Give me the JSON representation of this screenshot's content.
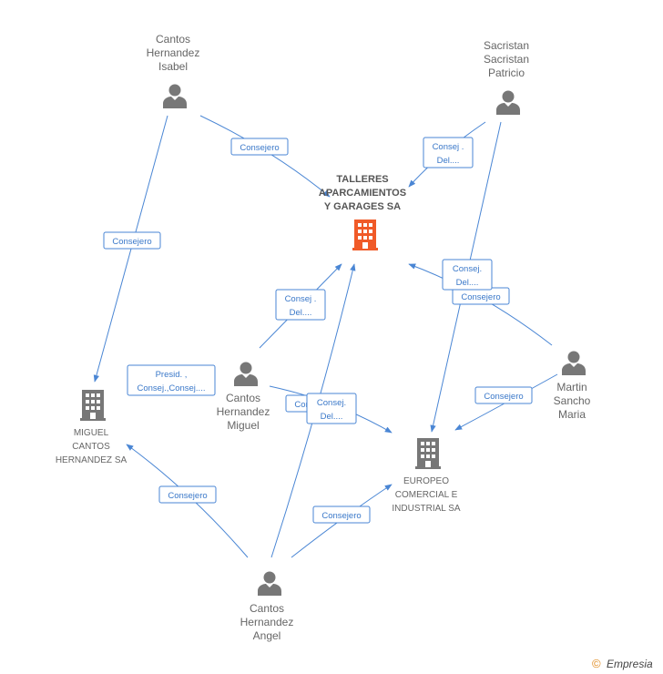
{
  "colors": {
    "edge": "#4a86d4",
    "label_border": "#4a86d4",
    "label_text": "#3a78c9",
    "person": "#777777",
    "company": "#777777",
    "main_company": "#f05a28",
    "text": "#666666"
  },
  "nodes": {
    "talleres": {
      "label": [
        "TALLERES",
        "APARCAMIENTOS",
        "Y GARAGES SA"
      ],
      "icon": "building-icon",
      "highlight": true
    },
    "miguel_cantos_sa": {
      "label": [
        "MIGUEL",
        "CANTOS",
        "HERNANDEZ SA"
      ],
      "icon": "building-icon"
    },
    "europeo": {
      "label": [
        "EUROPEO",
        "COMERCIAL E",
        "INDUSTRIAL SA"
      ],
      "icon": "building-icon"
    },
    "isabel": {
      "label": [
        "Cantos",
        "Hernandez",
        "Isabel"
      ],
      "icon": "person-icon"
    },
    "patricio": {
      "label": [
        "Sacristan",
        "Sacristan",
        "Patricio"
      ],
      "icon": "person-icon"
    },
    "miguel": {
      "label": [
        "Cantos",
        "Hernandez",
        "Miguel"
      ],
      "icon": "person-icon"
    },
    "martin": {
      "label": [
        "Martin",
        "Sancho",
        "Maria"
      ],
      "icon": "person-icon"
    },
    "angel": {
      "label": [
        "Cantos",
        "Hernandez",
        "Angel"
      ],
      "icon": "person-icon"
    }
  },
  "edge_labels": {
    "isabel_talleres": [
      "Consejero"
    ],
    "isabel_miguelsa": [
      "Consejero"
    ],
    "patricio_talleres": [
      "Consej .",
      "Del...."
    ],
    "patricio_europeo": [
      "Consej.",
      "Del...."
    ],
    "martin_talleres": [
      "Consejero"
    ],
    "martin_europeo": [
      "Consejero"
    ],
    "miguel_talleres": [
      "Consej .",
      "Del...."
    ],
    "miguel_miguelsa": [
      "Presid. ,",
      "Consej.,Consej...."
    ],
    "miguel_europeo": [
      "Consejero"
    ],
    "angel_talleres": [
      "Consej.",
      "Del...."
    ],
    "angel_miguelsa": [
      "Consejero"
    ],
    "angel_europeo": [
      "Consejero"
    ]
  },
  "footer": {
    "copyright": "©",
    "brand": "Empresia"
  }
}
